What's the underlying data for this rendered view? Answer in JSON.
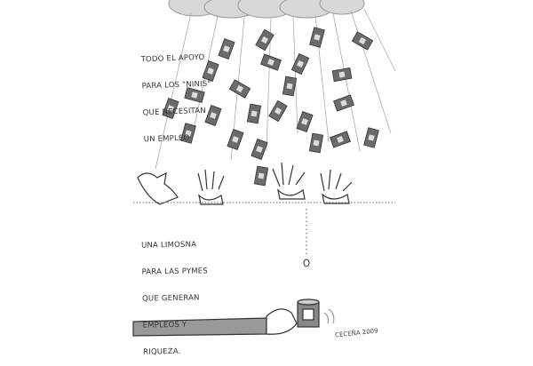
{
  "top_panel": {
    "caption_lines": [
      "Todo el apoyo",
      "para los \"ninis\"",
      "que necesitan",
      "un empleo"
    ]
  },
  "bottom_panel": {
    "caption_lines": [
      "Una limosna",
      "para las PYMES",
      "que generan",
      "empleos y",
      "riqueza."
    ]
  },
  "signature": "CECEÑA 2009",
  "colors": {
    "ink": "#333333",
    "bill": "#6b6b6b",
    "cloud": "#d8d8d8",
    "can": "#888888"
  }
}
